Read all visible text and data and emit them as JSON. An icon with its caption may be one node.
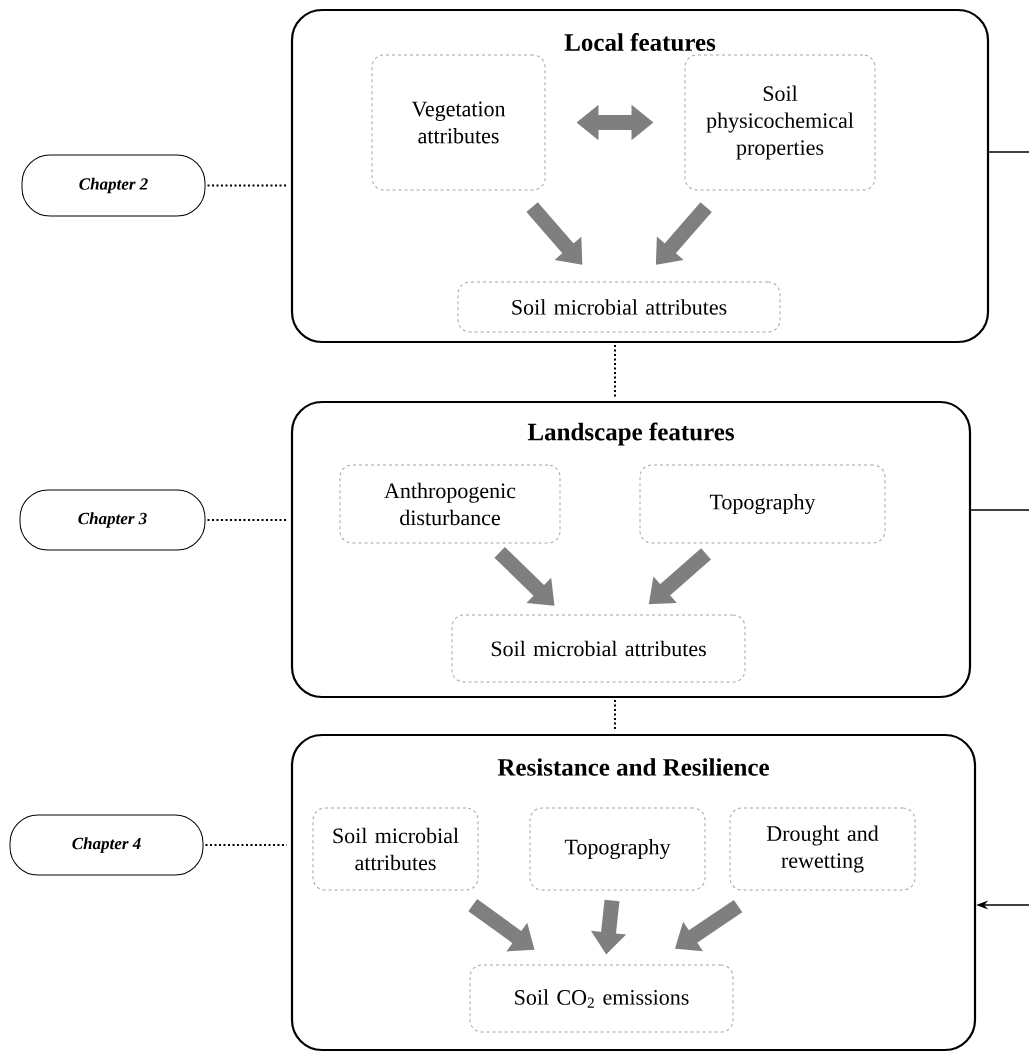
{
  "diagram": {
    "nodes": [
      {
        "text": [
          "Local features"
        ]
      },
      {
        "text": [
          "Vegetation attributes"
        ],
        "in": 0
      },
      {
        "text": [
          "Soil physicochemical properties"
        ],
        "in": 0
      },
      {
        "text": [
          "Soil microbial attributes"
        ],
        "in": 0
      },
      {
        "text": [
          "Chapter 2"
        ]
      },
      {
        "text": [
          "Landscape features"
        ]
      },
      {
        "text": [
          "Anthropogenic disturbance"
        ],
        "in": 5
      },
      {
        "text": [
          "Topography"
        ],
        "in": 5
      },
      {
        "text": [
          "Soil microbial attributes"
        ],
        "in": 5
      },
      {
        "text": [
          "Chapter 3"
        ]
      },
      {
        "text": [
          "Resistance and Resilience"
        ]
      },
      {
        "text": [
          "Soil microbial attributes"
        ],
        "in": 10
      },
      {
        "text": [
          "Topography"
        ],
        "in": 10
      },
      {
        "text": [
          "Drought and rewetting"
        ],
        "in": 10
      },
      {
        "text": [
          "Soil CO$_{2}$ emissions"
        ],
        "in": 10
      },
      {
        "text": [
          "Chapter 4"
        ]
      }
    ],
    "edges": [
      {
        "from": 1,
        "to": 2,
        "arrow": "both",
        "style": "thick",
        "color": "#7f7f7f"
      },
      {
        "from": 1,
        "to": 3,
        "arrow": "to",
        "style": "thick",
        "color": "#7f7f7f"
      },
      {
        "from": 2,
        "to": 3,
        "arrow": "to",
        "style": "thick",
        "color": "#7f7f7f"
      },
      {
        "from": 4,
        "to": 0,
        "arrow": "none",
        "style": "dashed",
        "color": "#000000"
      },
      {
        "from": 0,
        "to": 5,
        "arrow": "none",
        "style": "dashed",
        "color": "#000000"
      },
      {
        "from": 6,
        "to": 8,
        "arrow": "to",
        "style": "thick",
        "color": "#7f7f7f"
      },
      {
        "from": 7,
        "to": 8,
        "arrow": "to",
        "style": "thick",
        "color": "#7f7f7f"
      },
      {
        "from": 9,
        "to": 5,
        "arrow": "none",
        "style": "dashed",
        "color": "#000000"
      },
      {
        "from": 5,
        "to": 10,
        "arrow": "none",
        "style": "dashed",
        "color": "#000000"
      },
      {
        "from": 11,
        "to": 14,
        "arrow": "to",
        "style": "thick",
        "color": "#7f7f7f"
      },
      {
        "from": 12,
        "to": 14,
        "arrow": "to",
        "style": "thick",
        "color": "#7f7f7f"
      },
      {
        "from": 13,
        "to": 14,
        "arrow": "to",
        "style": "thick",
        "color": "#7f7f7f"
      },
      {
        "from": 15,
        "to": 10,
        "arrow": "none",
        "style": "dashed",
        "color": "#000000"
      },
      {
        "from": 0,
        "to": null,
        "arrow": "none",
        "color": "#000000"
      },
      {
        "from": 5,
        "to": null,
        "arrow": "none",
        "color": "#000000"
      },
      {
        "from": null,
        "to": 10,
        "arrow": "to",
        "color": "#000000"
      }
    ]
  }
}
